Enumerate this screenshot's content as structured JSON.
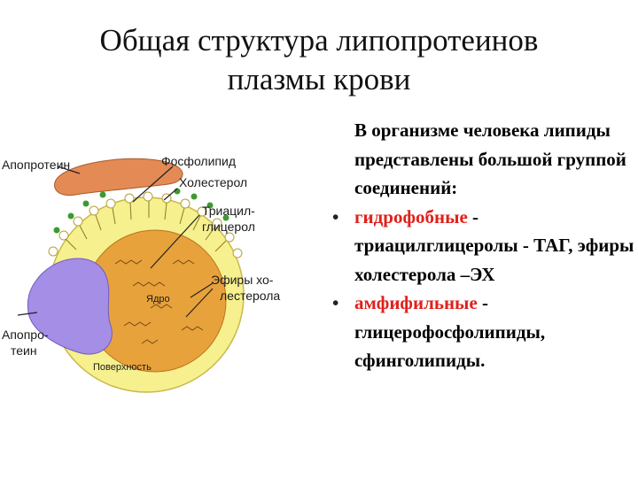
{
  "title": {
    "line1": "Общая структура липопротеинов",
    "line2": "плазмы крови"
  },
  "figure": {
    "labels": {
      "apoprotein_top": "Апопротеин",
      "phospholipid": "Фосфолипид",
      "cholesterol": "Холестерол",
      "triacyl_1": "Триацил-",
      "triacyl_2": "глицерол",
      "esters_1": "Эфиры хо-",
      "esters_2": "лестерола",
      "core": "Ядро",
      "apoprotein_bottom_1": "Апопро-",
      "apoprotein_bottom_2": "теин",
      "surface": "Поверхность"
    },
    "colors": {
      "outer_shell": "#f7f29a",
      "core": "#e9a33a",
      "top_protein": "#e48a55",
      "side_protein": "#a48ee6",
      "phospholipid_heads": "#ffffff",
      "cholesterol_dots": "#3d9a2f"
    }
  },
  "body": {
    "intro": "В организме человека липиды представлены большой группой соединений:",
    "bullet_symbol": "•",
    "bullets": [
      {
        "term": "гидрофобные",
        "rest": " - триацилглицеролы - ТАГ, эфиры холестерола –ЭХ"
      },
      {
        "term": "амфифильные",
        "rest": " - глицерофосфолипиды, сфинголипиды."
      }
    ],
    "term_color": "#e0201b"
  }
}
